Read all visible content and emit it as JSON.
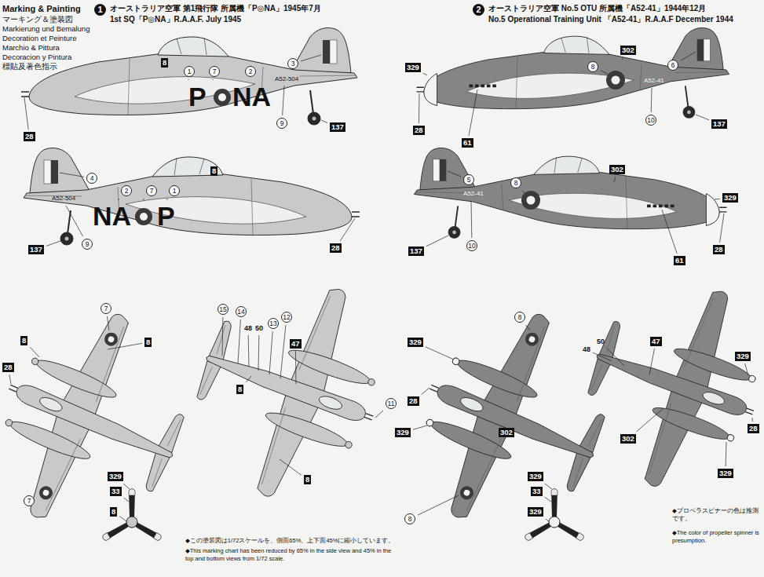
{
  "diagram": {
    "title": "Marking & Painting",
    "labels": [
      "マーキング＆塗装図",
      "Markierung und Bemalung",
      "Decoration et Peinture",
      "Marchio & Pittura",
      "Decoracion y Pintura",
      "標貼及著色指示",
      "1",
      "オーストラリア空軍 第1飛行隊 所属機「P◎NA」1945年7月",
      "1st SQ「P◎NA」R.A.A.F. July 1945",
      "2",
      "オーストラリア空軍 No.5 OTU 所属機「A52-41」1944年12月",
      "No.5 Operational Training Unit 「A52-41」R.A.A.F December 1944",
      "8",
      "1",
      "7",
      "2",
      "3",
      "P",
      "NA",
      "A52-504",
      "9",
      "137",
      "28",
      "4",
      "2",
      "7",
      "1",
      "8",
      "A52-504",
      "NA",
      "P",
      "9",
      "137",
      "28",
      "7",
      "8",
      "8",
      "28",
      "7",
      "329",
      "33",
      "8",
      "15",
      "14",
      "48",
      "50",
      "13",
      "12",
      "47",
      "8",
      "11",
      "8",
      "◆この塗装図は1/72スケールを、側面65%、上下面45%に縮小しています。",
      "◆This marking chart has been reduced by 65% in the side view and 45% in the top and bottom views from 1/72 scale.",
      "329",
      "302",
      "8",
      "6",
      "A52-41",
      "10",
      "137",
      "28",
      "61",
      "5",
      "8",
      "302",
      "329",
      "A52-41",
      "10",
      "137",
      "28",
      "61",
      "8",
      "329",
      "329",
      "28",
      "302",
      "8",
      "329",
      "33",
      "329",
      "48",
      "50",
      "47",
      "302",
      "329",
      "28",
      "329",
      "◆プロペラスピナーの色は推測です。",
      "◆The color of propeller spinner is presumption."
    ]
  }
}
